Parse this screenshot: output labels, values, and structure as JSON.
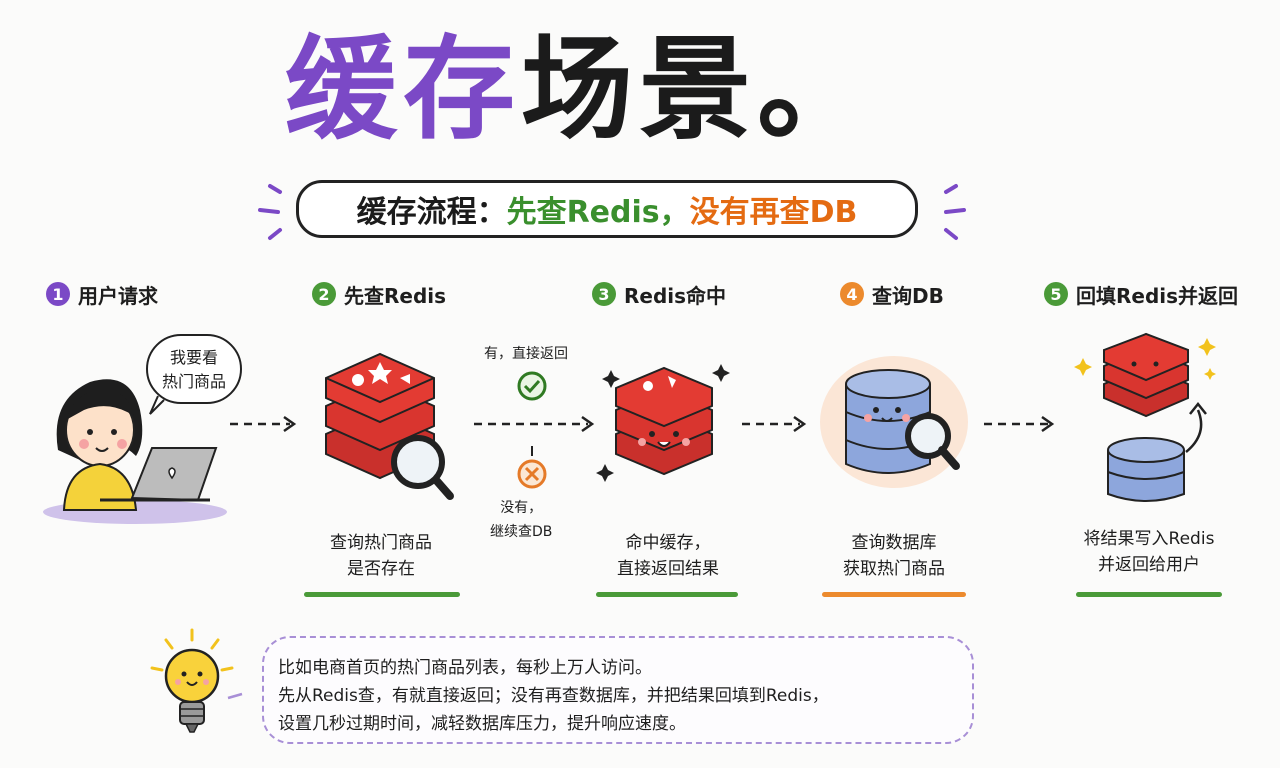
{
  "title": {
    "part1": "缓存",
    "part2": "场景。"
  },
  "subtitle": {
    "part1": "缓存流程：",
    "part2": "先查Redis，",
    "part3": "没有再查DB"
  },
  "steps": [
    {
      "num": "1",
      "label": "用户请求",
      "color": "#7b49c6"
    },
    {
      "num": "2",
      "label": "先查Redis",
      "color": "#4a9a38",
      "caption1": "查询热门商品",
      "caption2": "是否存在"
    },
    {
      "num": "3",
      "label": "Redis命中",
      "color": "#4a9a38",
      "caption1": "命中缓存，",
      "caption2": "直接返回结果"
    },
    {
      "num": "4",
      "label": "查询DB",
      "color": "#ec8a2d",
      "caption1": "查询数据库",
      "caption2": "获取热门商品"
    },
    {
      "num": "5",
      "label": "回填Redis并返回",
      "color": "#4a9a38",
      "caption1": "将结果写入Redis",
      "caption2": "并返回给用户"
    }
  ],
  "bubble": {
    "line1": "我要看",
    "line2": "热门商品"
  },
  "branch": {
    "hit": "有，直接返回",
    "miss1": "没有，",
    "miss2": "继续查DB"
  },
  "note": {
    "line1": "比如电商首页的热门商品列表，每秒上万人访问。",
    "line2": "先从Redis查，有就直接返回；没有再查数据库，并把结果回填到Redis，",
    "line3": "设置几秒过期时间，减轻数据库压力，提升响应速度。"
  }
}
